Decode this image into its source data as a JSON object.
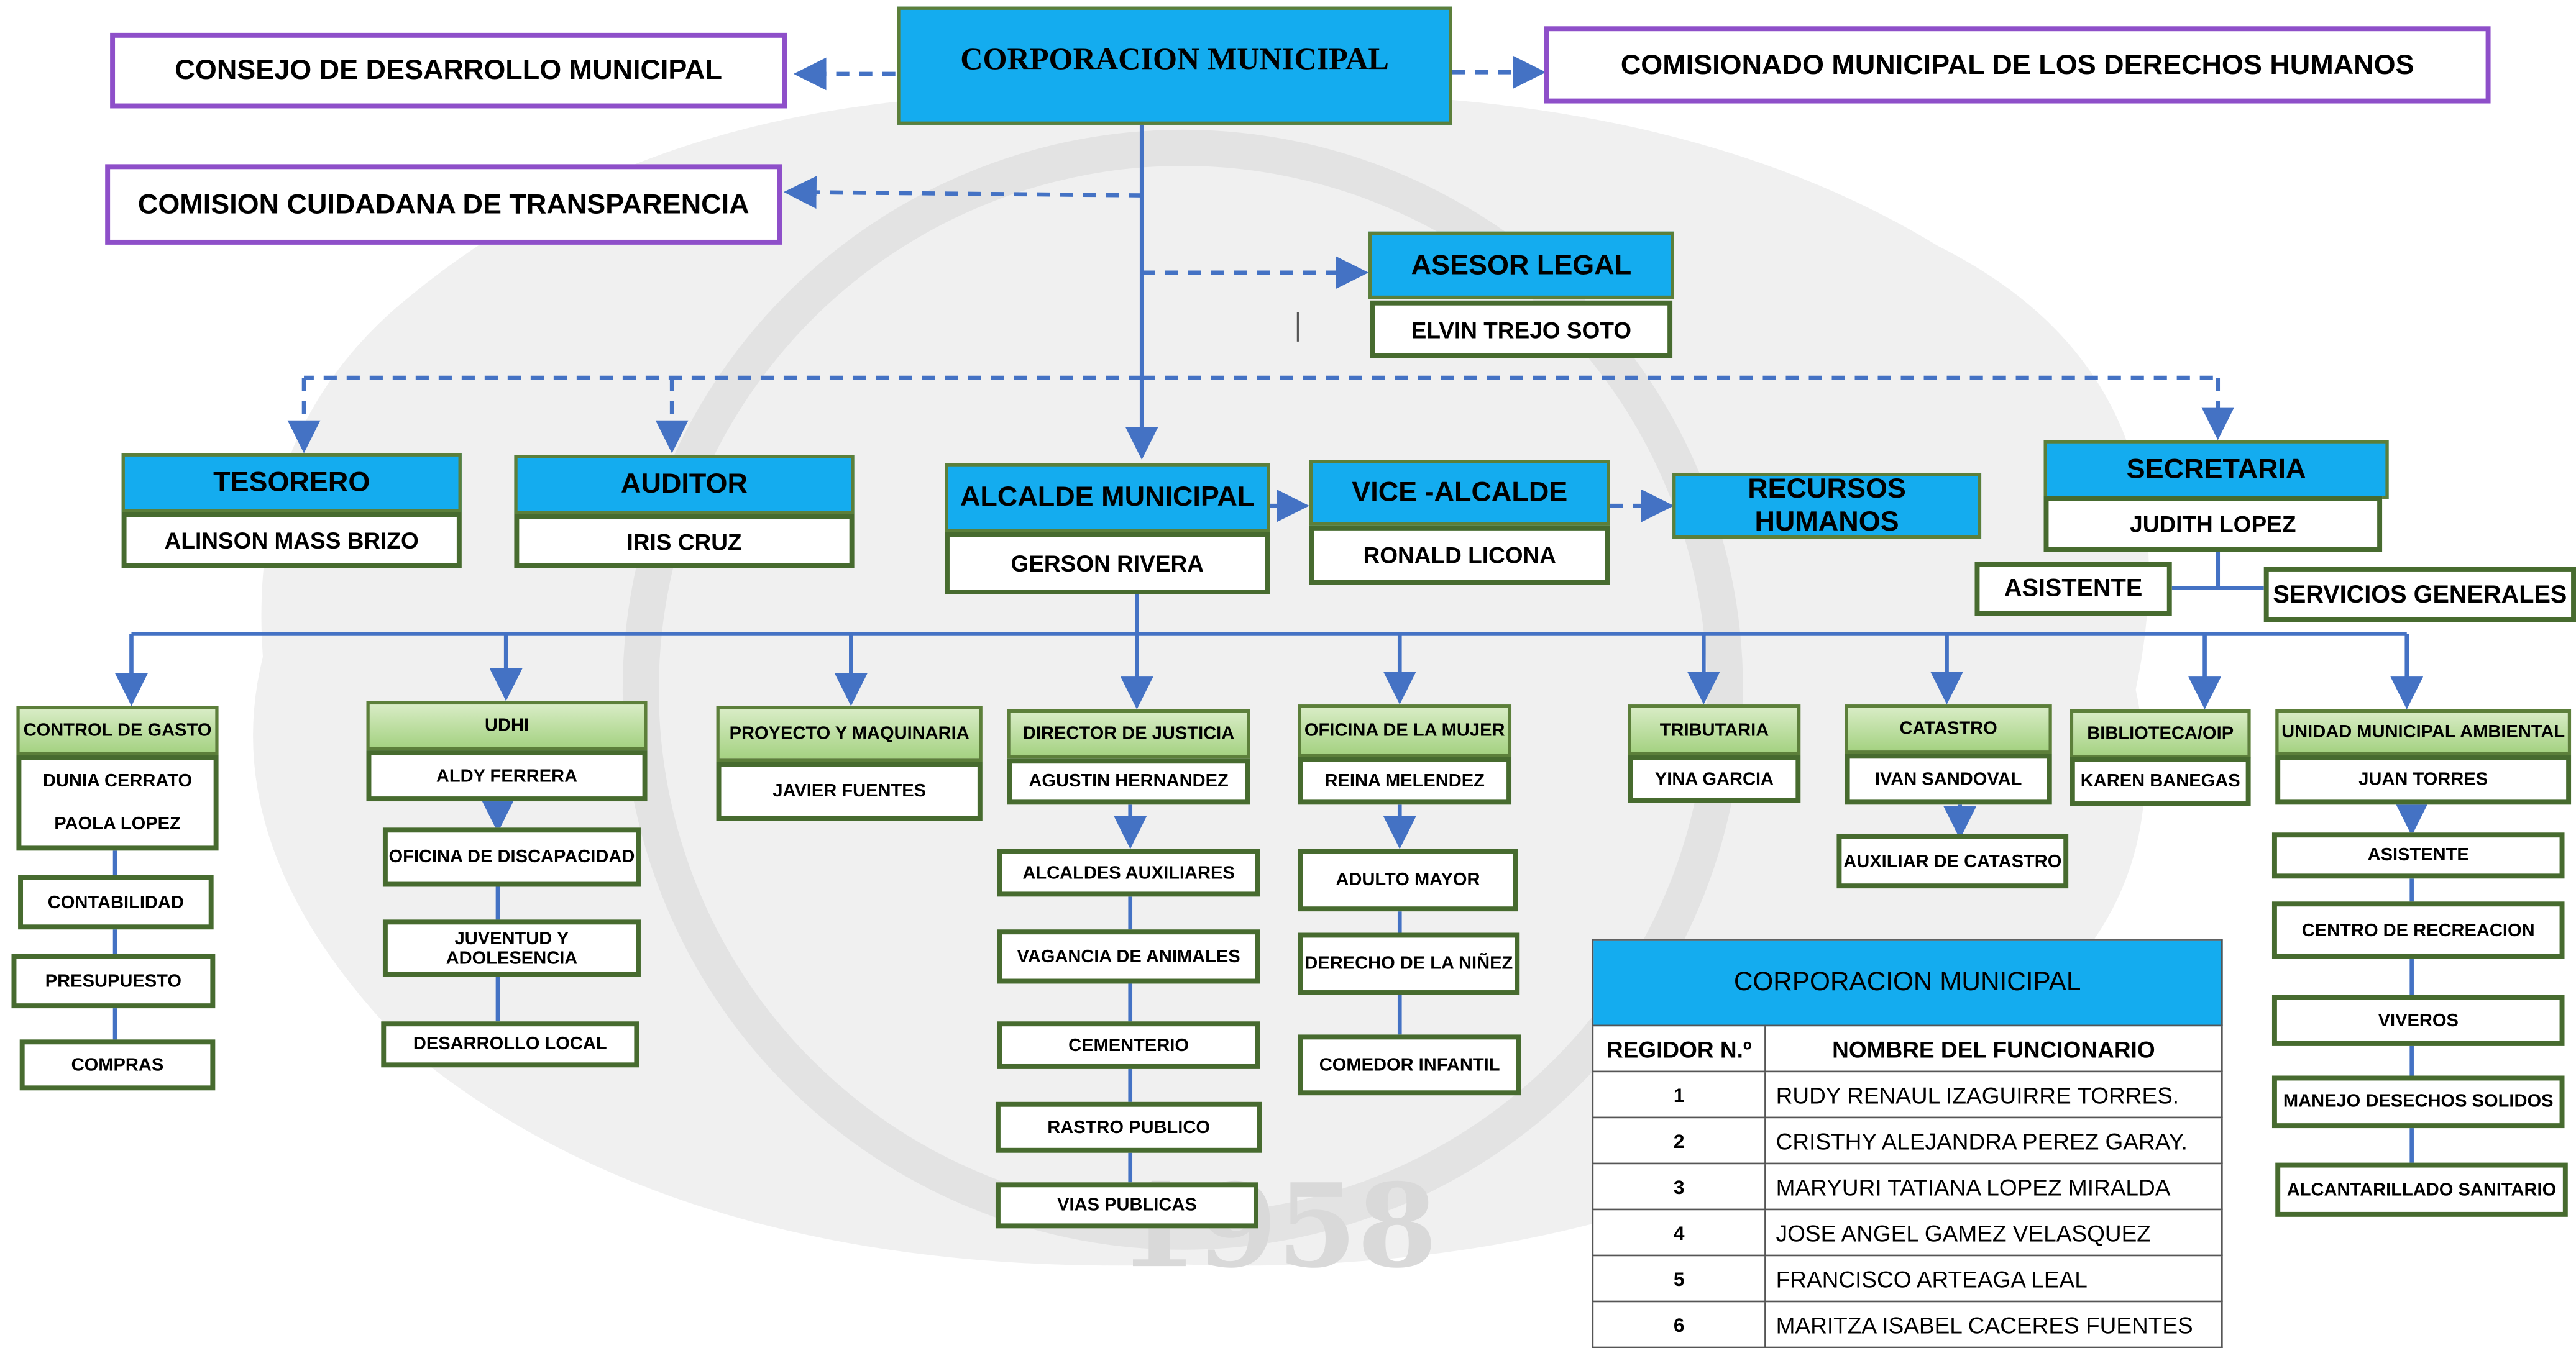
{
  "top": {
    "corporacion": "CORPORACION MUNICIPAL",
    "consejo": "CONSEJO DE DESARROLLO MUNICIPAL",
    "comisionado": "COMISIONADO MUNICIPAL DE LOS DERECHOS HUMANOS",
    "comision": "COMISION CUIDADANA DE TRANSPARENCIA",
    "watermark": "1958"
  },
  "asesor": {
    "title": "ASESOR LEGAL",
    "name": "ELVIN TREJO SOTO"
  },
  "tesorero": {
    "title": "TESORERO",
    "name": "ALINSON MASS BRIZO"
  },
  "auditor": {
    "title": "AUDITOR",
    "name": "IRIS CRUZ"
  },
  "alcalde": {
    "title": "ALCALDE MUNICIPAL",
    "name": "GERSON RIVERA"
  },
  "vice": {
    "title": "VICE -ALCALDE",
    "name": "RONALD LICONA"
  },
  "rrhh": "RECURSOS HUMANOS",
  "secretaria": {
    "title": "SECRETARIA",
    "name": "JUDITH LOPEZ",
    "asistente": "ASISTENTE",
    "servicios": "SERVICIOS GENERALES"
  },
  "depts": {
    "control": {
      "title": "CONTROL DE GASTO",
      "names": [
        "DUNIA CERRATO",
        "PAOLA LOPEZ"
      ],
      "subs": [
        "CONTABILIDAD",
        "PRESUPUESTO",
        "COMPRAS"
      ]
    },
    "udhi": {
      "title": "UDHI",
      "name": "ALDY FERRERA",
      "subs": [
        "OFICINA DE DISCAPACIDAD",
        "JUVENTUD Y ADOLESENCIA",
        "DESARROLLO LOCAL"
      ]
    },
    "proyecto": {
      "title": "PROYECTO Y MAQUINARIA",
      "name": "JAVIER FUENTES"
    },
    "justicia": {
      "title": "DIRECTOR DE JUSTICIA",
      "name": "AGUSTIN HERNANDEZ",
      "subs": [
        "ALCALDES AUXILIARES",
        "VAGANCIA DE ANIMALES",
        "CEMENTERIO",
        "RASTRO PUBLICO",
        "VIAS PUBLICAS"
      ]
    },
    "mujer": {
      "title": "OFICINA DE LA MUJER",
      "name": "REINA MELENDEZ",
      "subs": [
        "ADULTO MAYOR",
        "DERECHO DE LA NIÑEZ",
        "COMEDOR INFANTIL"
      ]
    },
    "tributaria": {
      "title": "TRIBUTARIA",
      "name": "YINA GARCIA"
    },
    "catastro": {
      "title": "CATASTRO",
      "name": "IVAN SANDOVAL",
      "subs": [
        "AUXILIAR DE CATASTRO"
      ]
    },
    "biblioteca": {
      "title": "BIBLIOTECA/OIP",
      "name": "KAREN BANEGAS"
    },
    "ambiental": {
      "title": "UNIDAD MUNICIPAL AMBIENTAL",
      "name": "JUAN TORRES",
      "subs": [
        "ASISTENTE",
        "CENTRO DE RECREACION",
        "VIVEROS",
        "MANEJO DESECHOS SOLIDOS",
        "ALCANTARILLADO SANITARIO"
      ]
    }
  },
  "table": {
    "title": "CORPORACION MUNICIPAL",
    "col1": "REGIDOR N.º",
    "col2": "NOMBRE DEL FUNCIONARIO",
    "rows": [
      {
        "n": "1",
        "name": "RUDY RENAUL IZAGUIRRE TORRES."
      },
      {
        "n": "2",
        "name": "CRISTHY ALEJANDRA PEREZ GARAY."
      },
      {
        "n": "3",
        "name": "MARYURI TATIANA LOPEZ MIRALDA"
      },
      {
        "n": "4",
        "name": "JOSE ANGEL GAMEZ VELASQUEZ"
      },
      {
        "n": "5",
        "name": "FRANCISCO ARTEAGA LEAL"
      },
      {
        "n": "6",
        "name": "MARITZA ISABEL CACERES FUENTES"
      }
    ]
  }
}
